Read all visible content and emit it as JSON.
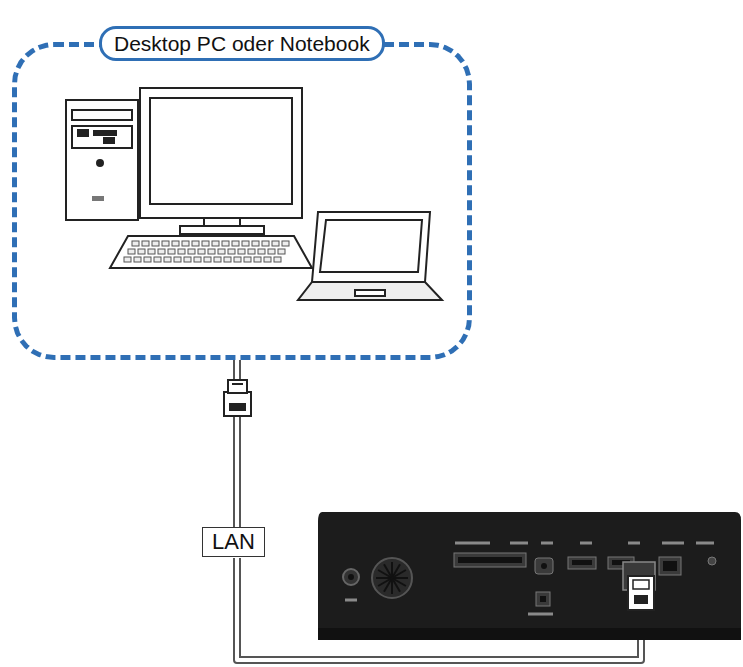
{
  "diagram": {
    "nodes": [
      {
        "text": [
          "Desktop PC oder Notebook"
        ]
      },
      {
        "text": [
          "LAN"
        ]
      }
    ],
    "edges": [
      {
        "from": 0,
        "to": 1,
        "arrow": "none"
      }
    ]
  }
}
